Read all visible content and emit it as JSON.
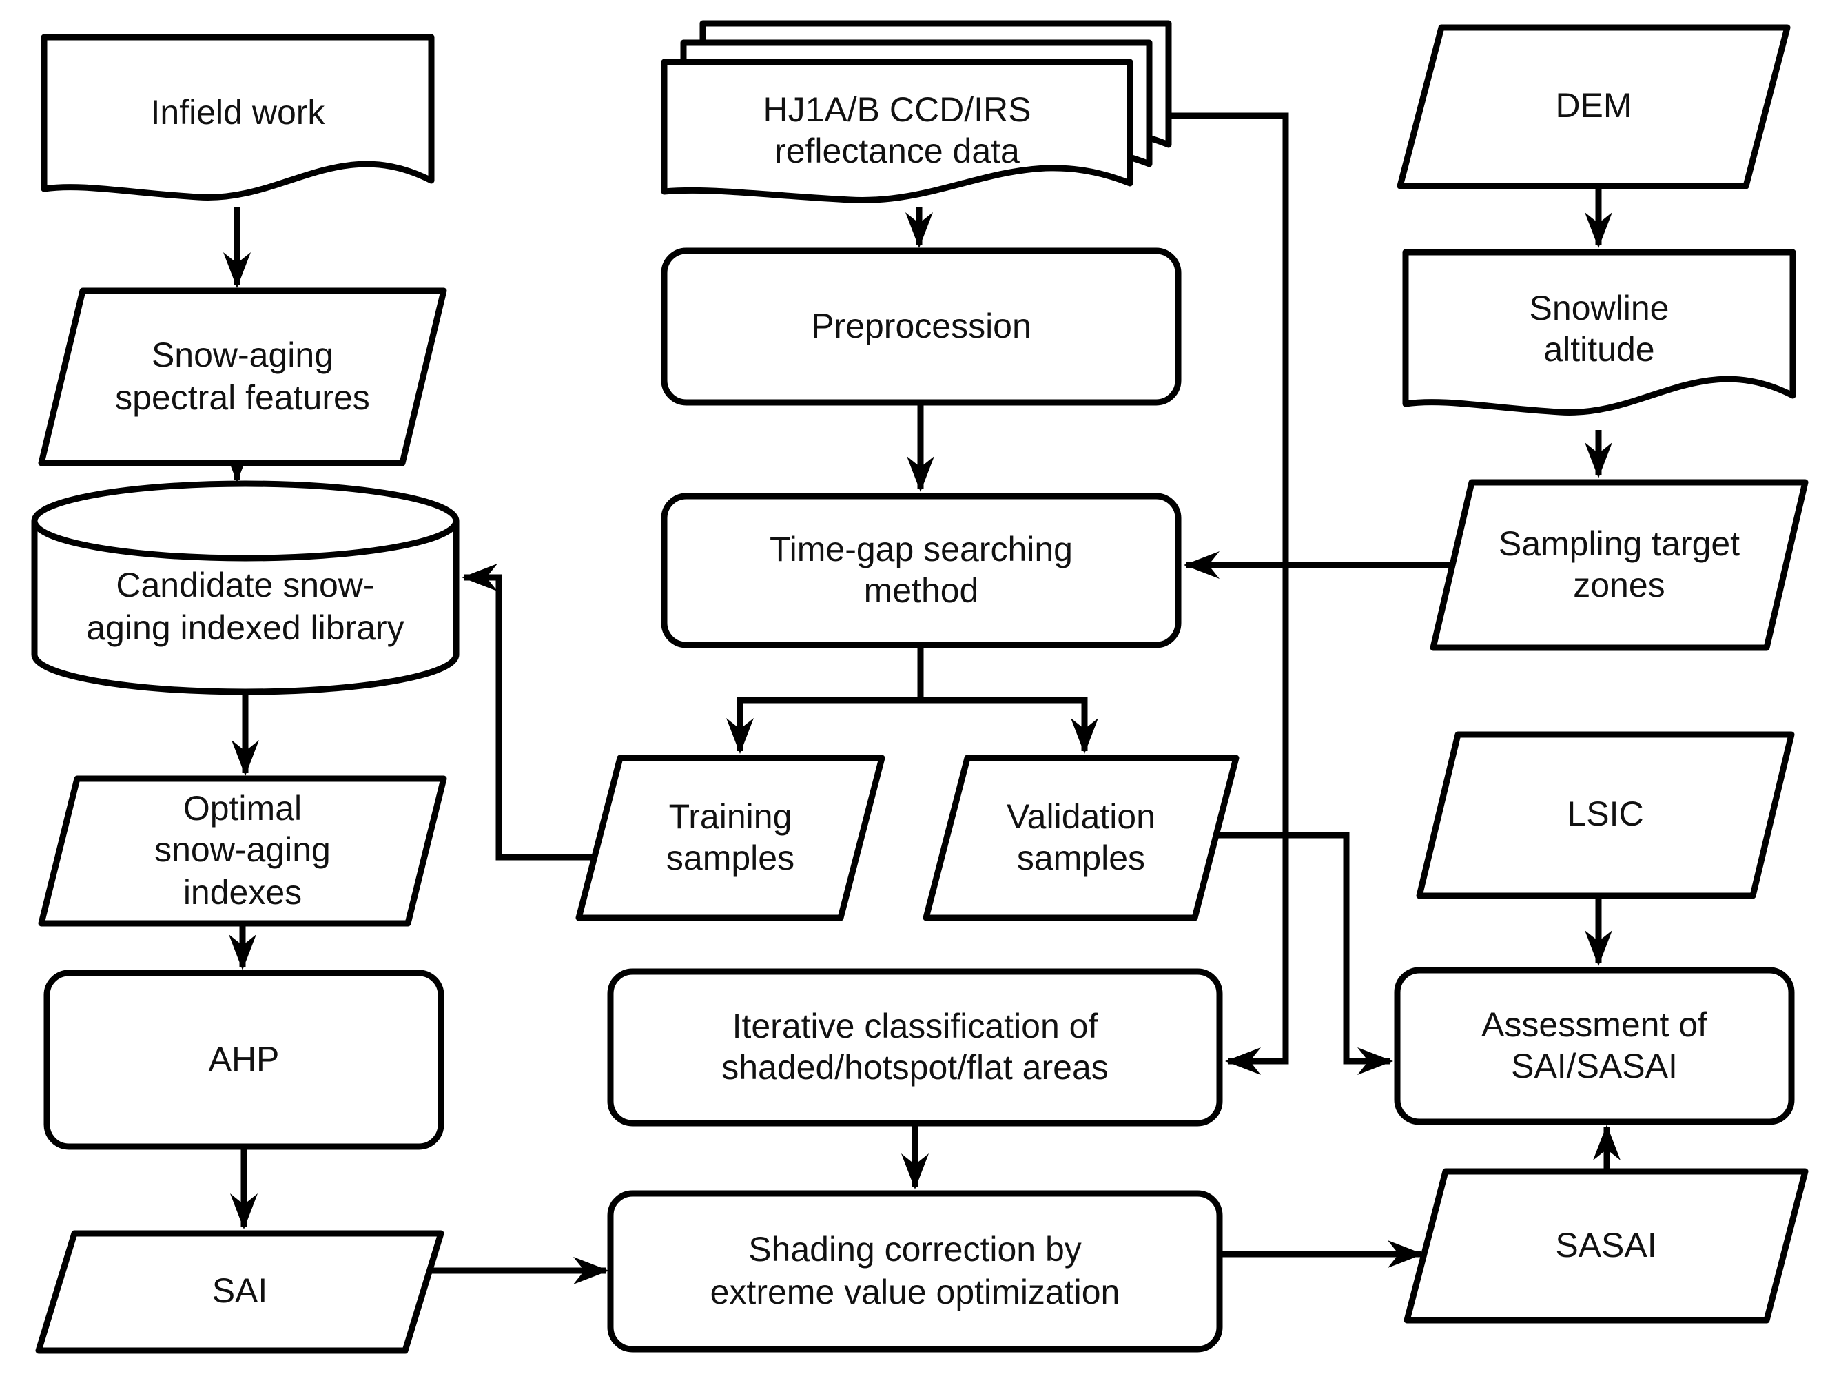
{
  "colors": {
    "stroke": "#000000",
    "fill": "#ffffff",
    "text": "#111111",
    "background": "#ffffff"
  },
  "nodes": {
    "infield_work": {
      "label": "Infield work",
      "shape": "document"
    },
    "snow_aging_spectral_features": {
      "label": "Snow-aging\nspectral features",
      "shape": "parallelogram"
    },
    "candidate_snow_aging_indexed_library": {
      "label": "Candidate snow-\naging indexed library",
      "shape": "cylinder"
    },
    "optimal_snow_aging_indexes": {
      "label": "Optimal\nsnow-aging\nindexes",
      "shape": "parallelogram"
    },
    "ahp": {
      "label": "AHP",
      "shape": "rounded-rectangle"
    },
    "sai": {
      "label": "SAI",
      "shape": "parallelogram"
    },
    "hj1ab_reflectance_data": {
      "label": "HJ1A/B CCD/IRS\nreflectance data",
      "shape": "stacked-document"
    },
    "preprocession": {
      "label": "Preprocession",
      "shape": "rounded-rectangle"
    },
    "time_gap_searching_method": {
      "label": "Time-gap searching\nmethod",
      "shape": "rounded-rectangle"
    },
    "training_samples": {
      "label": "Training\nsamples",
      "shape": "parallelogram"
    },
    "validation_samples": {
      "label": "Validation\nsamples",
      "shape": "parallelogram"
    },
    "iterative_classification": {
      "label": "Iterative classification of\nshaded/hotspot/flat areas",
      "shape": "rounded-rectangle"
    },
    "shading_correction": {
      "label": "Shading correction by\nextreme value optimization",
      "shape": "rounded-rectangle"
    },
    "dem": {
      "label": "DEM",
      "shape": "parallelogram"
    },
    "snowline_altitude": {
      "label": "Snowline\naltitude",
      "shape": "document"
    },
    "sampling_target_zones": {
      "label": "Sampling target\nzones",
      "shape": "parallelogram"
    },
    "lsic": {
      "label": "LSIC",
      "shape": "parallelogram"
    },
    "assessment_sai_sasai": {
      "label": "Assessment of\nSAI/SASAI",
      "shape": "rounded-rectangle"
    },
    "sasai": {
      "label": "SASAI",
      "shape": "parallelogram"
    }
  },
  "edges": [
    {
      "from": "infield_work",
      "to": "snow_aging_spectral_features"
    },
    {
      "from": "snow_aging_spectral_features",
      "to": "candidate_snow_aging_indexed_library"
    },
    {
      "from": "candidate_snow_aging_indexed_library",
      "to": "optimal_snow_aging_indexes"
    },
    {
      "from": "optimal_snow_aging_indexes",
      "to": "ahp"
    },
    {
      "from": "ahp",
      "to": "sai"
    },
    {
      "from": "sai",
      "to": "shading_correction"
    },
    {
      "from": "hj1ab_reflectance_data",
      "to": "preprocession"
    },
    {
      "from": "preprocession",
      "to": "time_gap_searching_method"
    },
    {
      "from": "time_gap_searching_method",
      "to": "training_samples"
    },
    {
      "from": "time_gap_searching_method",
      "to": "validation_samples"
    },
    {
      "from": "training_samples",
      "to": "candidate_snow_aging_indexed_library"
    },
    {
      "from": "hj1ab_reflectance_data",
      "to": "iterative_classification"
    },
    {
      "from": "sampling_target_zones",
      "to": "time_gap_searching_method"
    },
    {
      "from": "dem",
      "to": "snowline_altitude"
    },
    {
      "from": "snowline_altitude",
      "to": "sampling_target_zones"
    },
    {
      "from": "lsic",
      "to": "assessment_sai_sasai"
    },
    {
      "from": "validation_samples",
      "to": "assessment_sai_sasai"
    },
    {
      "from": "iterative_classification",
      "to": "shading_correction"
    },
    {
      "from": "shading_correction",
      "to": "sasai"
    },
    {
      "from": "sasai",
      "to": "assessment_sai_sasai"
    }
  ]
}
